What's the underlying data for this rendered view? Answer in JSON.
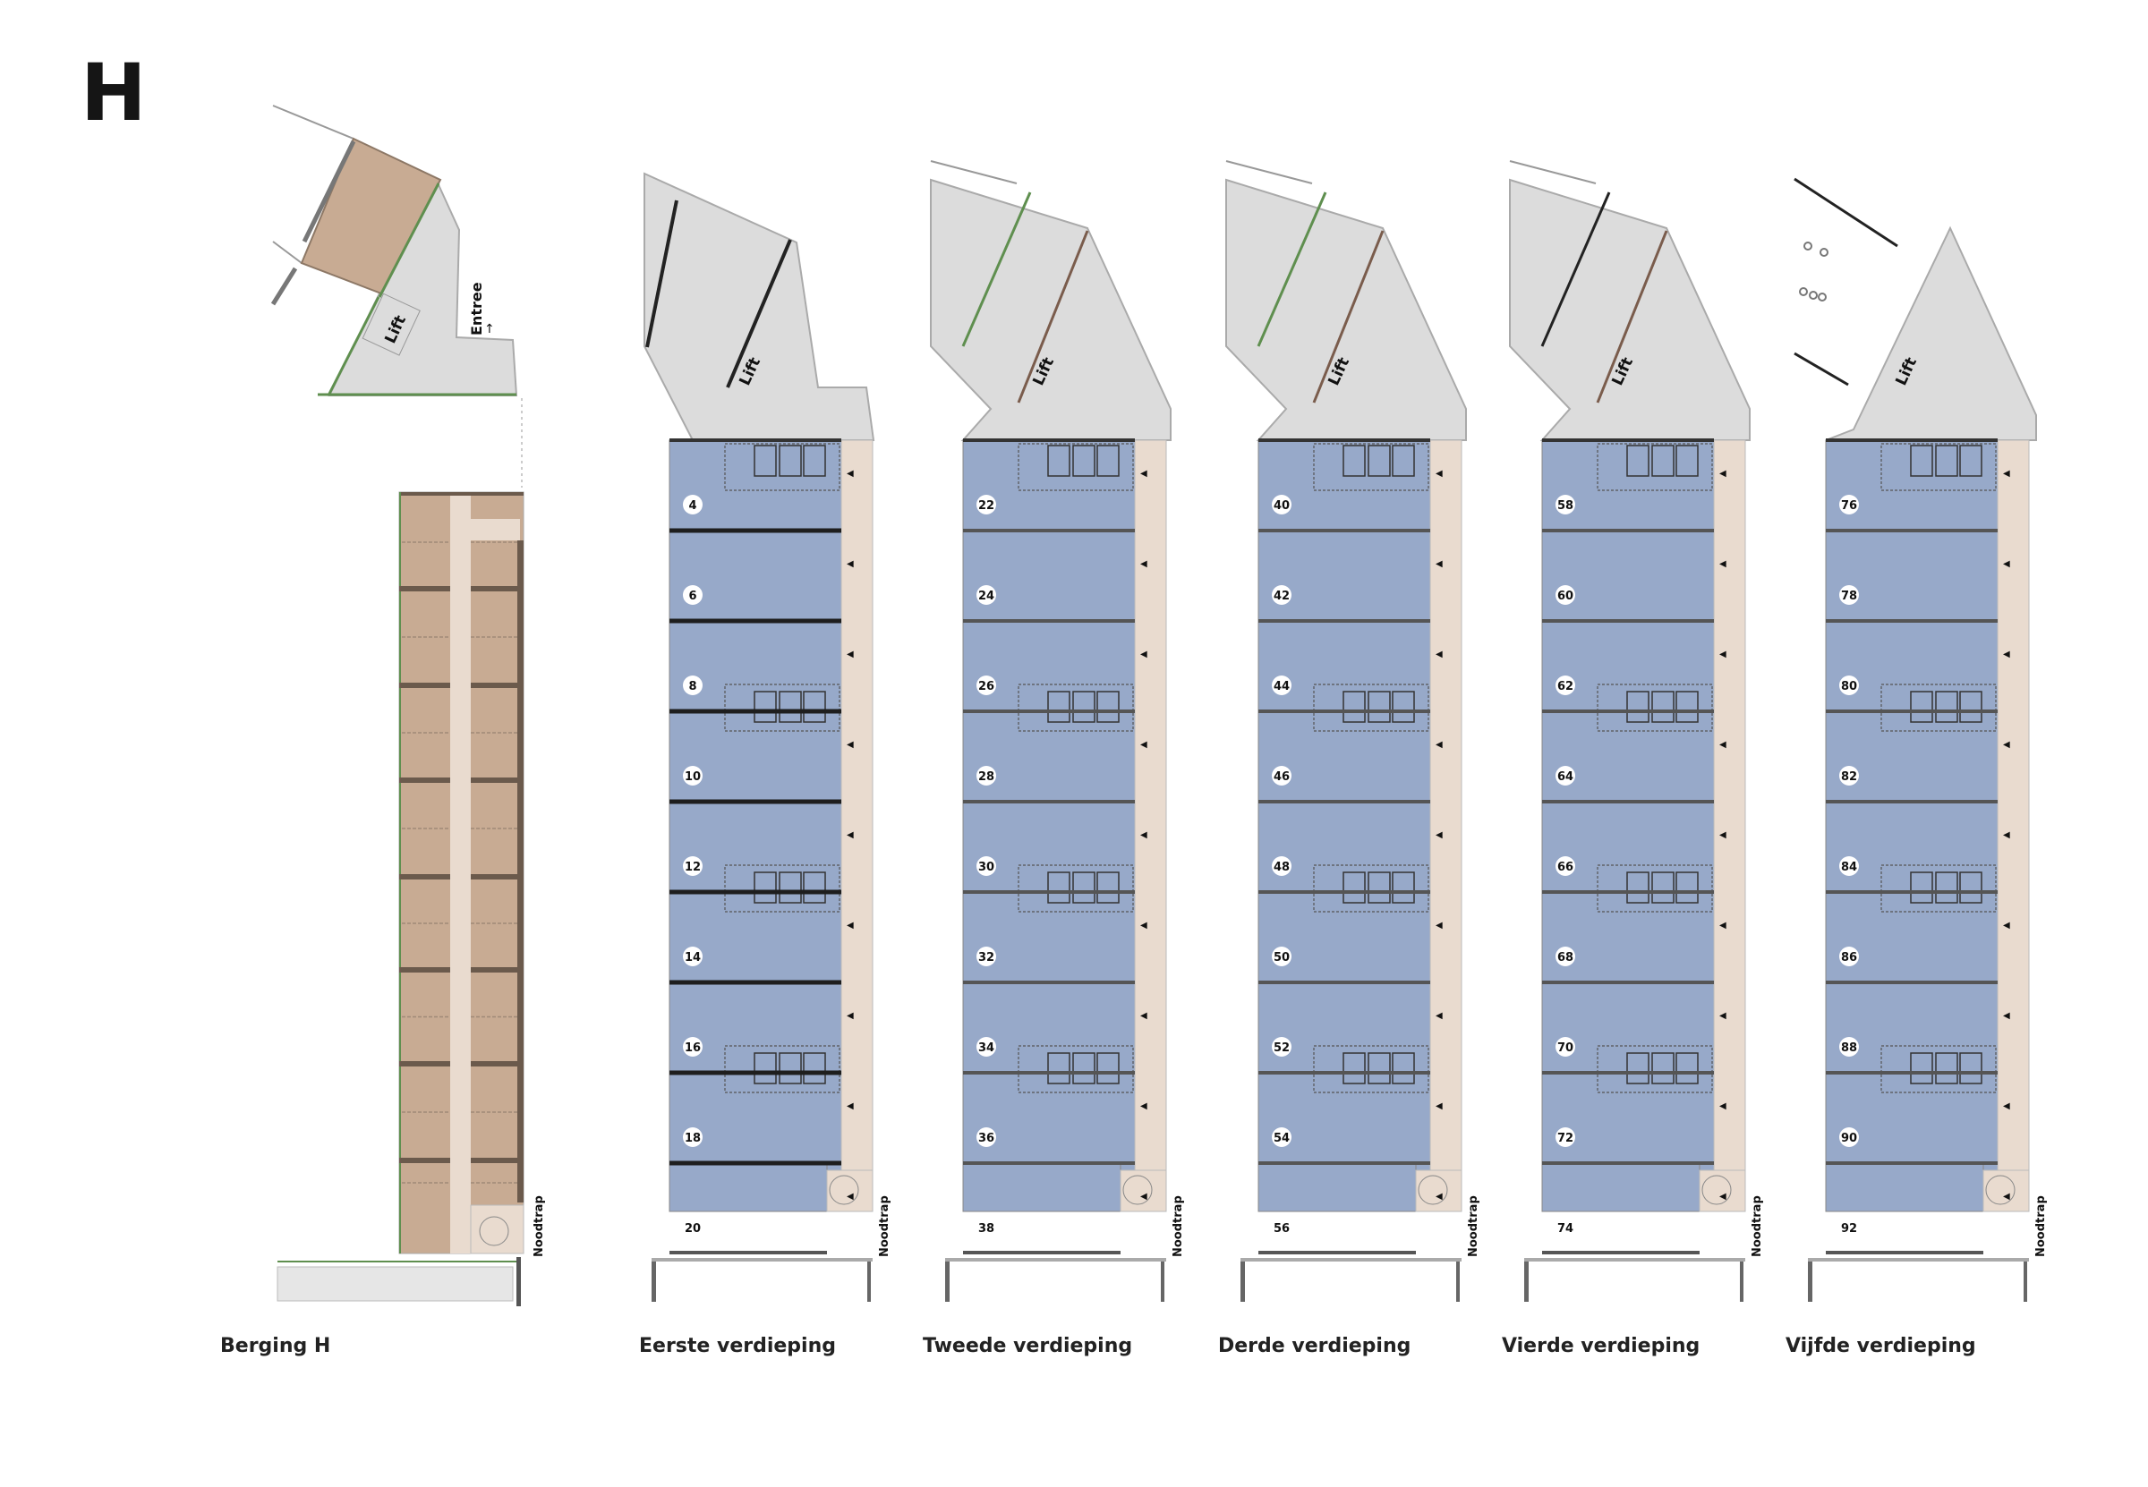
{
  "block_letter": "H",
  "colors": {
    "unit_blue": "#97a9c9",
    "corridor_beige": "#e9dbcf",
    "storage_brown": "#c8ab93",
    "divider_brown": "#6b5a4c",
    "common_grey": "#dcdcdc",
    "divider_dark": "#3a3a3a",
    "green_wall": "#5f8f4f"
  },
  "berging": {
    "label": "Berging H",
    "lift_label": "Lift",
    "entree_label": "Entree",
    "noodtrap_label": "Noodtrap"
  },
  "floors": [
    {
      "label": "Eerste verdieping",
      "lift_label": "Lift",
      "noodtrap_label": "Noodtrap",
      "units": [
        "4",
        "6",
        "8",
        "10",
        "12",
        "14",
        "16",
        "18",
        "20"
      ]
    },
    {
      "label": "Tweede verdieping",
      "lift_label": "Lift",
      "noodtrap_label": "Noodtrap",
      "units": [
        "22",
        "24",
        "26",
        "28",
        "30",
        "32",
        "34",
        "36",
        "38"
      ]
    },
    {
      "label": "Derde verdieping",
      "lift_label": "Lift",
      "noodtrap_label": "Noodtrap",
      "units": [
        "40",
        "42",
        "44",
        "46",
        "48",
        "50",
        "52",
        "54",
        "56"
      ]
    },
    {
      "label": "Vierde verdieping",
      "lift_label": "Lift",
      "noodtrap_label": "Noodtrap",
      "units": [
        "58",
        "60",
        "62",
        "64",
        "66",
        "68",
        "70",
        "72",
        "74"
      ]
    },
    {
      "label": "Vijfde verdieping",
      "lift_label": "Lift",
      "noodtrap_label": "Noodtrap",
      "units": [
        "76",
        "78",
        "80",
        "82",
        "84",
        "86",
        "88",
        "90",
        "92"
      ]
    }
  ]
}
